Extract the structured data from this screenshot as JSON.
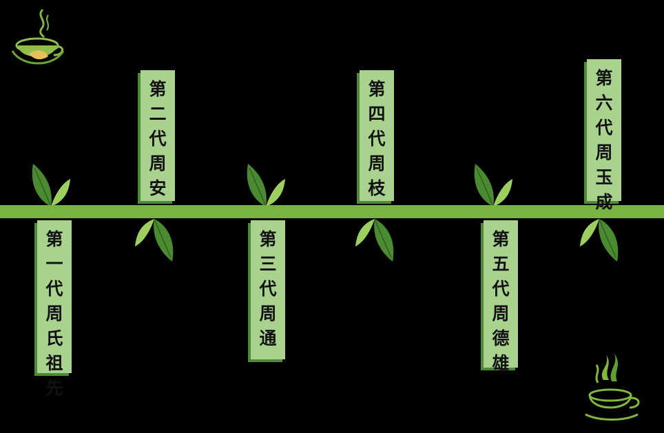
{
  "generations": [
    {
      "label": "第一代周氏祖先",
      "position": "below"
    },
    {
      "label": "第二代周安",
      "position": "above"
    },
    {
      "label": "第三代周通",
      "position": "below"
    },
    {
      "label": "第四代周枝",
      "position": "above"
    },
    {
      "label": "第五代周德雄",
      "position": "below"
    },
    {
      "label": "第六代周玉成",
      "position": "above"
    }
  ],
  "colors": {
    "background": "#000000",
    "timeline": "#77b444",
    "card": "#a9d28f",
    "card_shadow": "#4f8a39",
    "leaf_dark": "#3f7f2b",
    "leaf_light": "#9ccf5e"
  },
  "icons": [
    "tea-cup-icon",
    "leaf-sprout-icon"
  ]
}
